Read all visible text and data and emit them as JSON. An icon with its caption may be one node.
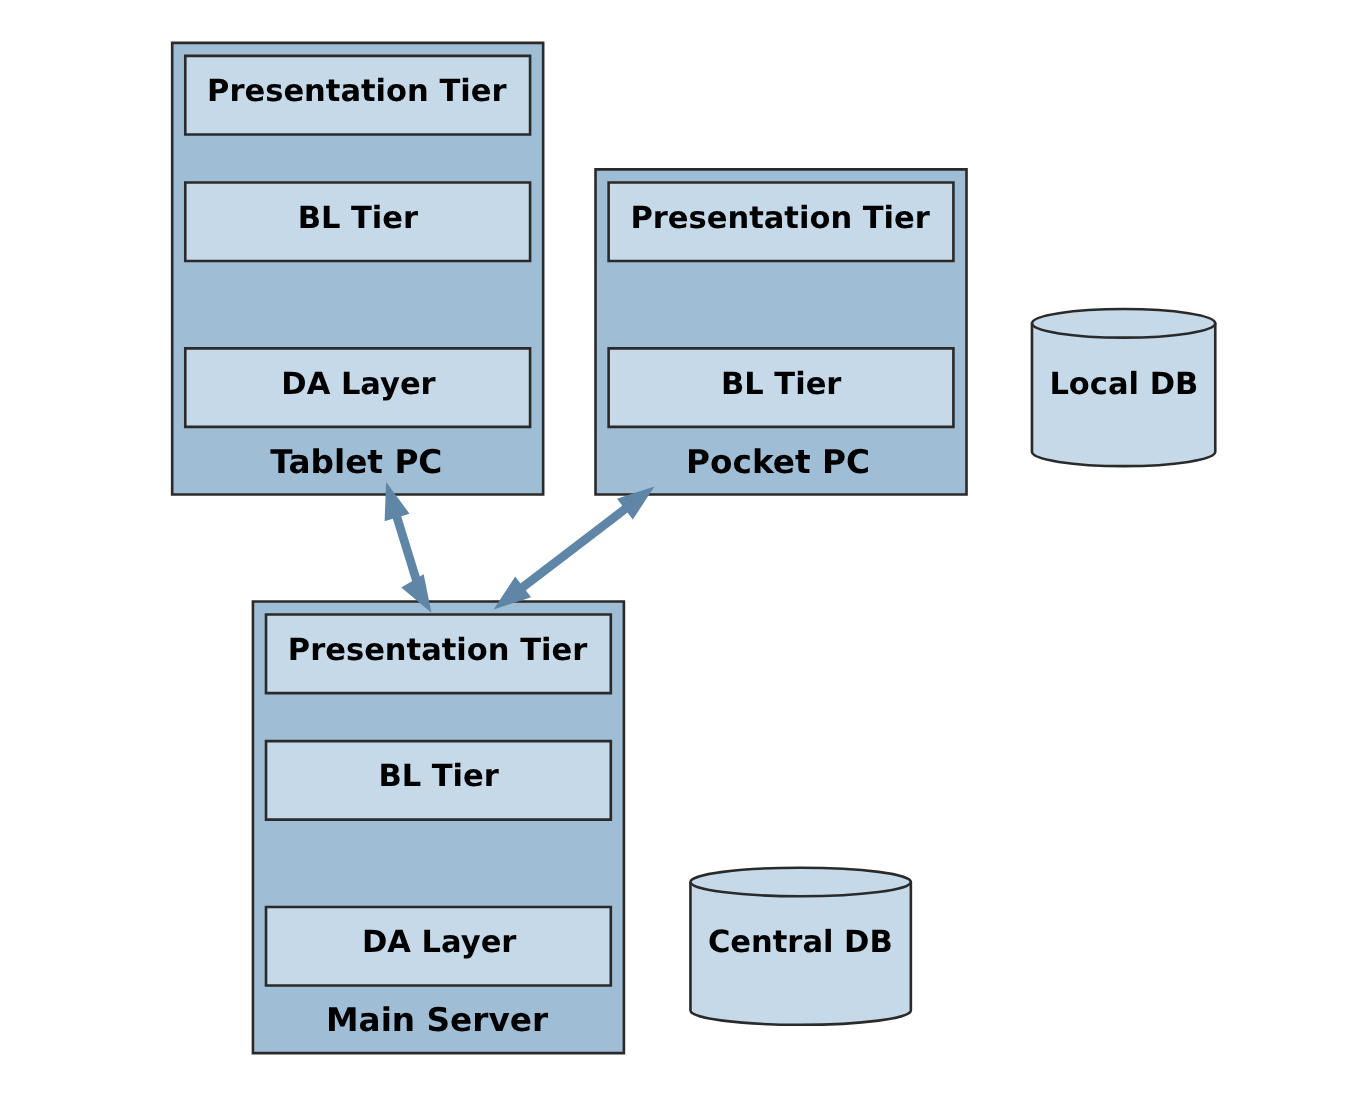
{
  "diagram": {
    "nodes": [
      {
        "text": [
          "Tablet PC"
        ]
      },
      {
        "text": [
          "Presentation Tier"
        ],
        "in": 0
      },
      {
        "text": [
          "BL Tier"
        ],
        "in": 0
      },
      {
        "text": [
          "DA Layer"
        ],
        "in": 0
      },
      {
        "text": [
          "Local DB"
        ]
      },
      {
        "text": [
          "Pocket PC"
        ]
      },
      {
        "text": [
          "Presentation Tier"
        ],
        "in": 5
      },
      {
        "text": [
          "BL Tier"
        ],
        "in": 5
      },
      {
        "text": [
          "Main Server"
        ]
      },
      {
        "text": [
          "Presentation Tier"
        ],
        "in": 8
      },
      {
        "text": [
          "BL Tier"
        ],
        "in": 8
      },
      {
        "text": [
          "DA Layer"
        ],
        "in": 8
      },
      {
        "text": [
          "Central DB"
        ]
      }
    ],
    "edges": [
      {
        "from": 0,
        "to": 8,
        "arrow": "both"
      },
      {
        "from": 5,
        "to": 8,
        "arrow": "both"
      }
    ]
  }
}
